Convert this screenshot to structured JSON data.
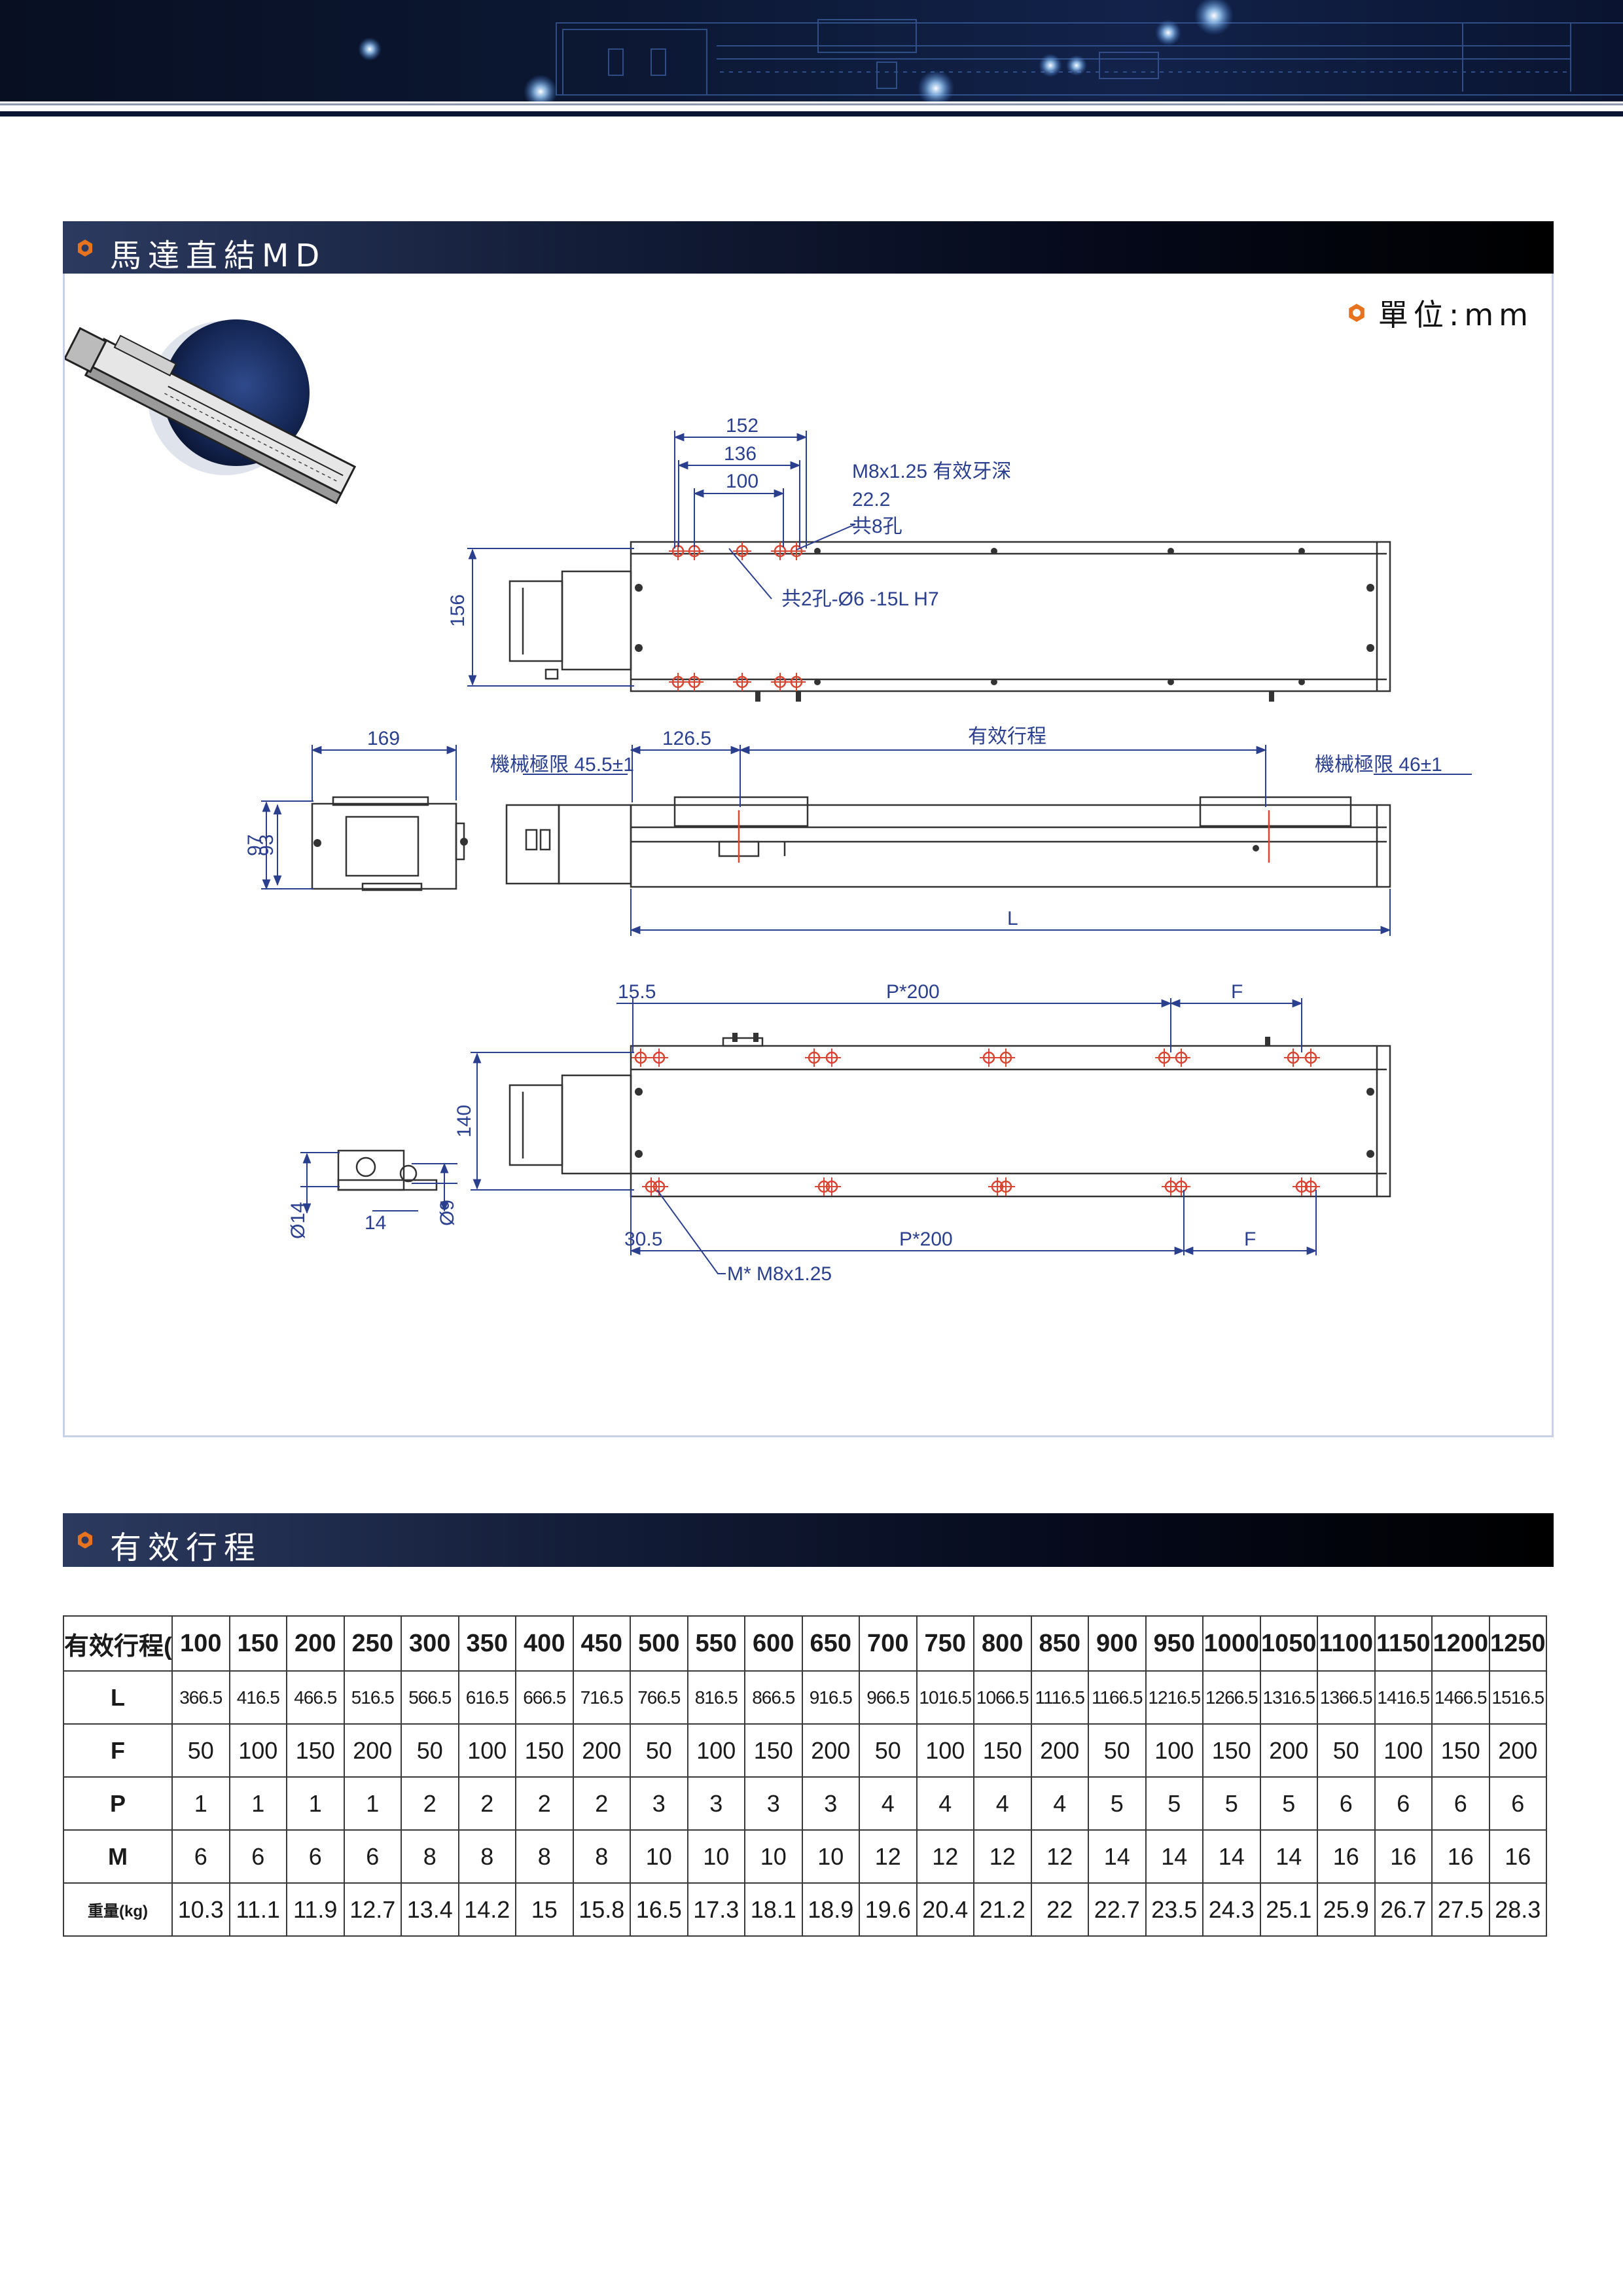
{
  "section_drawing": {
    "title": "馬達直結MD",
    "unit": "單位:mm"
  },
  "section_stroke": {
    "title": "有效行程"
  },
  "drawing_labels": {
    "d152": "152",
    "d136": "136",
    "d100": "100",
    "tap": "M8x1.25 有效牙深",
    "depth": "22.2",
    "holes8": "共8孔",
    "pin": "共2孔-Ø6 -15L H7",
    "d156": "156",
    "d169": "169",
    "limit_left": "機械極限 45.5±1",
    "d1265": "126.5",
    "stroke": "有效行程",
    "limit_right": "機械極限 46±1",
    "d97": "97",
    "d93": "93",
    "L": "L",
    "d155": "15.5",
    "p200a": "P*200",
    "Fa": "F",
    "d140": "140",
    "d14a": "Ø14",
    "d14b": "14",
    "d9": "Ø9",
    "d305": "30.5",
    "p200b": "P*200",
    "Fb": "F",
    "mthread": "M* M8x1.25"
  },
  "table": {
    "header_label": "有效行程(mm)",
    "strokes": [
      "100",
      "150",
      "200",
      "250",
      "300",
      "350",
      "400",
      "450",
      "500",
      "550",
      "600",
      "650",
      "700",
      "750",
      "800",
      "850",
      "900",
      "950",
      "1000",
      "1050",
      "1100",
      "1150",
      "1200",
      "1250"
    ],
    "rows": [
      {
        "label": "L",
        "values": [
          "366.5",
          "416.5",
          "466.5",
          "516.5",
          "566.5",
          "616.5",
          "666.5",
          "716.5",
          "766.5",
          "816.5",
          "866.5",
          "916.5",
          "966.5",
          "1016.5",
          "1066.5",
          "1116.5",
          "1166.5",
          "1216.5",
          "1266.5",
          "1316.5",
          "1366.5",
          "1416.5",
          "1466.5",
          "1516.5"
        ]
      },
      {
        "label": "F",
        "values": [
          "50",
          "100",
          "150",
          "200",
          "50",
          "100",
          "150",
          "200",
          "50",
          "100",
          "150",
          "200",
          "50",
          "100",
          "150",
          "200",
          "50",
          "100",
          "150",
          "200",
          "50",
          "100",
          "150",
          "200"
        ]
      },
      {
        "label": "P",
        "values": [
          "1",
          "1",
          "1",
          "1",
          "2",
          "2",
          "2",
          "2",
          "3",
          "3",
          "3",
          "3",
          "4",
          "4",
          "4",
          "4",
          "5",
          "5",
          "5",
          "5",
          "6",
          "6",
          "6",
          "6"
        ]
      },
      {
        "label": "M",
        "values": [
          "6",
          "6",
          "6",
          "6",
          "8",
          "8",
          "8",
          "8",
          "10",
          "10",
          "10",
          "10",
          "12",
          "12",
          "12",
          "12",
          "14",
          "14",
          "14",
          "14",
          "16",
          "16",
          "16",
          "16"
        ]
      },
      {
        "label": "重量(kg)",
        "values": [
          "10.3",
          "11.1",
          "11.9",
          "12.7",
          "13.4",
          "14.2",
          "15",
          "15.8",
          "16.5",
          "17.3",
          "18.1",
          "18.9",
          "19.6",
          "20.4",
          "21.2",
          "22",
          "22.7",
          "23.5",
          "24.3",
          "25.1",
          "25.9",
          "26.7",
          "27.5",
          "28.3"
        ]
      }
    ]
  },
  "colors": {
    "dimension_blue": "#2b3f8f",
    "hole_red": "#d94433",
    "accent_orange": "#e8731f"
  }
}
